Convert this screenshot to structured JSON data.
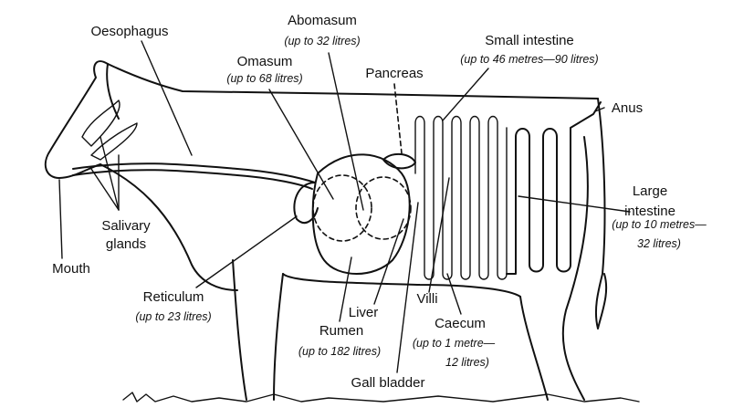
{
  "labels": {
    "oesophagus": "Oesophagus",
    "abomasum": "Abomasum",
    "abomasum_capacity": "(up to 32 litres)",
    "small_intestine": "Small intestine",
    "small_intestine_capacity": "(up to 46 metres—90 litres)",
    "omasum": "Omasum",
    "omasum_capacity": "(up to 68 litres)",
    "pancreas": "Pancreas",
    "anus": "Anus",
    "large_intestine_1": "Large",
    "large_intestine_2": "intestine",
    "large_intestine_capacity_1": "(up to 10 metres—",
    "large_intestine_capacity_2": "32 litres)",
    "salivary_1": "Salivary",
    "salivary_2": "glands",
    "mouth": "Mouth",
    "reticulum": "Reticulum",
    "reticulum_capacity": "(up to 23 litres)",
    "liver": "Liver",
    "villi": "Villi",
    "rumen": "Rumen",
    "rumen_capacity": "(up to 182 litres)",
    "caecum": "Caecum",
    "caecum_capacity_1": "(up to 1 metre—",
    "caecum_capacity_2": "12 litres)",
    "gall_bladder": "Gall bladder"
  }
}
